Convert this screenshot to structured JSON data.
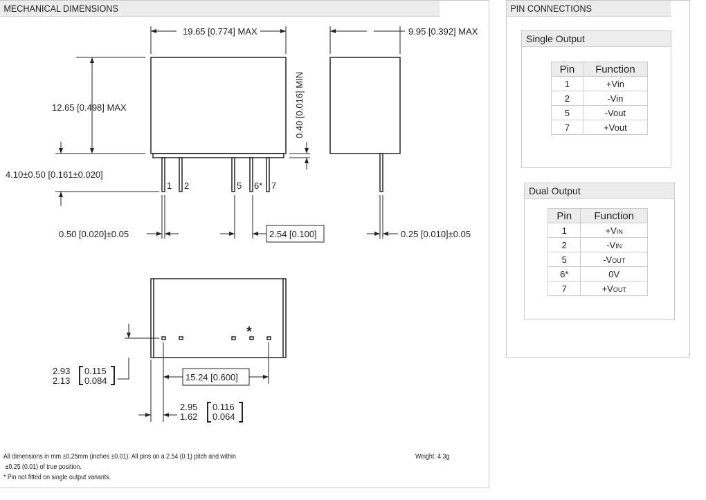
{
  "mech": {
    "title": "MECHANICAL DIMENSIONS",
    "dims": {
      "width": "19.65 [0.774] MAX",
      "depth": "9.95 [0.392] MAX",
      "height": "12.65 [0.498] MAX",
      "standoff": "0.40 [0.016] MIN",
      "pin_length": "4.10±0.50 [0.161±0.020]",
      "pin_width": "0.50 [0.020]±0.05",
      "pitch": "2.54 [0.100]",
      "pin_thick": "0.25 [0.010]±0.05",
      "span": "15.24 [0.600]",
      "offset_a_mm": [
        "2.93",
        "2.13"
      ],
      "offset_a_in": [
        "0.115",
        "0.084"
      ],
      "offset_b_mm": [
        "2.95",
        "1.62"
      ],
      "offset_b_in": [
        "0.116",
        "0.064"
      ]
    },
    "pin_labels": [
      "1",
      "2",
      "5",
      "6*",
      "7"
    ],
    "asterisk": "*",
    "notes": [
      "All dimensions in mm ±0.25mm (inches ±0.01). All pins on a 2.54 (0.1) pitch and within",
      "±0.25 (0.01) of true position.",
      "* Pin not fitted on single output variants."
    ],
    "weight": "Weight: 4.3g"
  },
  "pins": {
    "title": "PIN CONNECTIONS",
    "single": {
      "title": "Single Output",
      "headers": [
        "Pin",
        "Function"
      ],
      "rows": [
        [
          "1",
          "+Vin"
        ],
        [
          "2",
          "-Vin"
        ],
        [
          "5",
          "-Vout"
        ],
        [
          "7",
          "+Vout"
        ]
      ]
    },
    "dual": {
      "title": "Dual Output",
      "headers": [
        "Pin",
        "Function"
      ],
      "rows": [
        [
          "1",
          "+V",
          "IN"
        ],
        [
          "2",
          "-V",
          "IN"
        ],
        [
          "5",
          "-V",
          "OUT"
        ],
        [
          "6*",
          "0V",
          ""
        ],
        [
          "7",
          "+V",
          "OUT"
        ]
      ]
    }
  }
}
